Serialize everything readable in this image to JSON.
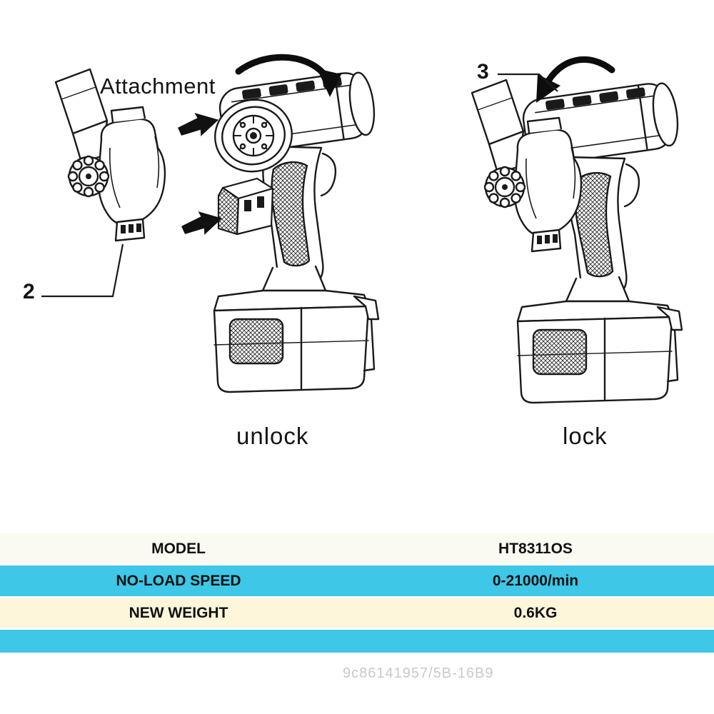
{
  "illustration": {
    "attachment_label": "Attachment",
    "left_step": {
      "number": "2",
      "caption": "unlock"
    },
    "right_step": {
      "number": "3",
      "caption": "lock"
    }
  },
  "spec_table": {
    "rows": [
      {
        "label": "MODEL",
        "value": "HT8311OS",
        "bg": "#fbfaf2"
      },
      {
        "label": "NO-LOAD SPEED",
        "value": "0-21000/min",
        "bg": "#3ec7e6"
      },
      {
        "label": "NEW WEIGHT",
        "value": "0.6KG",
        "bg": "#fdf6da"
      }
    ],
    "footer_bar_color": "#3ec7e6",
    "text_color": "#111111"
  },
  "watermark": "9c86141957/5B-16B9",
  "ink_color": "#1a1a1a"
}
